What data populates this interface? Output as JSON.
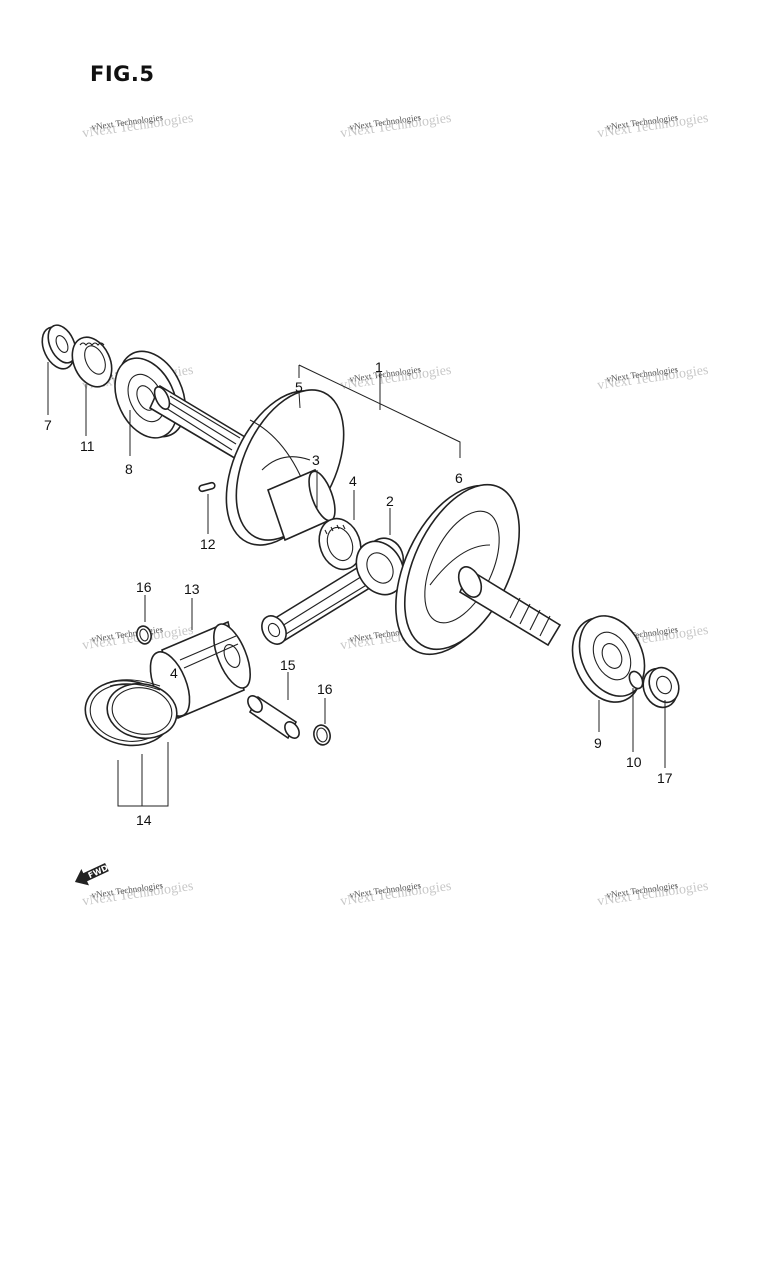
{
  "figure": {
    "title": "FIG.5"
  },
  "callouts": [
    "1",
    "2",
    "3",
    "4",
    "5",
    "6",
    "7",
    "8",
    "9",
    "10",
    "11",
    "12",
    "13",
    "14",
    "15",
    "16",
    "16",
    "17"
  ],
  "watermark": {
    "text": "vNext Technologies"
  },
  "fwd_badge": {
    "text": "FWD"
  }
}
